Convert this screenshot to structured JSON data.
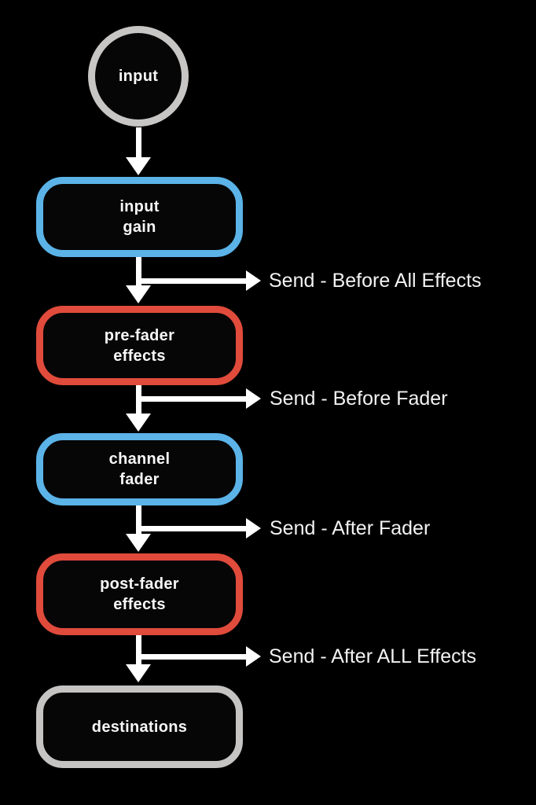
{
  "diagram": {
    "description": "audio channel signal flow chart",
    "nodes": [
      {
        "id": "input",
        "label": "input",
        "shape": "circle",
        "border_color": "#c7c6c5"
      },
      {
        "id": "input-gain",
        "label": "input\ngain",
        "shape": "rounded-rect",
        "border_color": "#5bb3e7"
      },
      {
        "id": "pre-fader-effects",
        "label": "pre-fader\neffects",
        "shape": "rounded-rect",
        "border_color": "#e04b3b"
      },
      {
        "id": "channel-fader",
        "label": "channel\nfader",
        "shape": "rounded-rect",
        "border_color": "#5bb3e7"
      },
      {
        "id": "post-fader-effects",
        "label": "post-fader\neffects",
        "shape": "rounded-rect",
        "border_color": "#e04b3b"
      },
      {
        "id": "destinations",
        "label": "destinations",
        "shape": "rounded-rect",
        "border_color": "#c5c4c3"
      }
    ],
    "sends": [
      {
        "id": "send-before-all-effects",
        "label": "Send - Before All Effects",
        "from": "input-gain"
      },
      {
        "id": "send-before-fader",
        "label": "Send - Before Fader",
        "from": "pre-fader-effects"
      },
      {
        "id": "send-after-fader",
        "label": "Send - After Fader",
        "from": "channel-fader"
      },
      {
        "id": "send-after-all-effects",
        "label": "Send - After ALL Effects",
        "from": "post-fader-effects"
      }
    ],
    "colors": {
      "background": "#000000",
      "arrow": "#ffffff",
      "text": "#f5f5f5",
      "gain_stage_blue": "#5bb3e7",
      "effects_red": "#e04b3b",
      "endpoint_gray": "#c6c5c4"
    }
  }
}
